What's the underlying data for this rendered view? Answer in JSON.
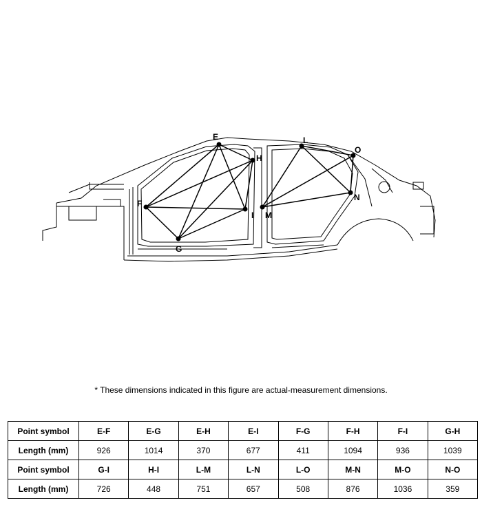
{
  "diagram": {
    "points": {
      "E": "E",
      "F": "F",
      "G": "G",
      "H": "H",
      "I": "I",
      "L": "L",
      "M": "M",
      "N": "N",
      "O": "O"
    }
  },
  "footnote": "*  These dimensions indicated in this figure are actual-measurement dimensions.",
  "table": {
    "rows": [
      {
        "header": "Point symbol",
        "cells": [
          "E-F",
          "E-G",
          "E-H",
          "E-I",
          "F-G",
          "F-H",
          "F-I",
          "G-H"
        ]
      },
      {
        "header": "Length (mm)",
        "cells": [
          "926",
          "1014",
          "370",
          "677",
          "411",
          "1094",
          "936",
          "1039"
        ]
      },
      {
        "header": "Point symbol",
        "cells": [
          "G-I",
          "H-I",
          "L-M",
          "L-N",
          "L-O",
          "M-N",
          "M-O",
          "N-O"
        ]
      },
      {
        "header": "Length (mm)",
        "cells": [
          "726",
          "448",
          "751",
          "657",
          "508",
          "876",
          "1036",
          "359"
        ]
      }
    ]
  }
}
